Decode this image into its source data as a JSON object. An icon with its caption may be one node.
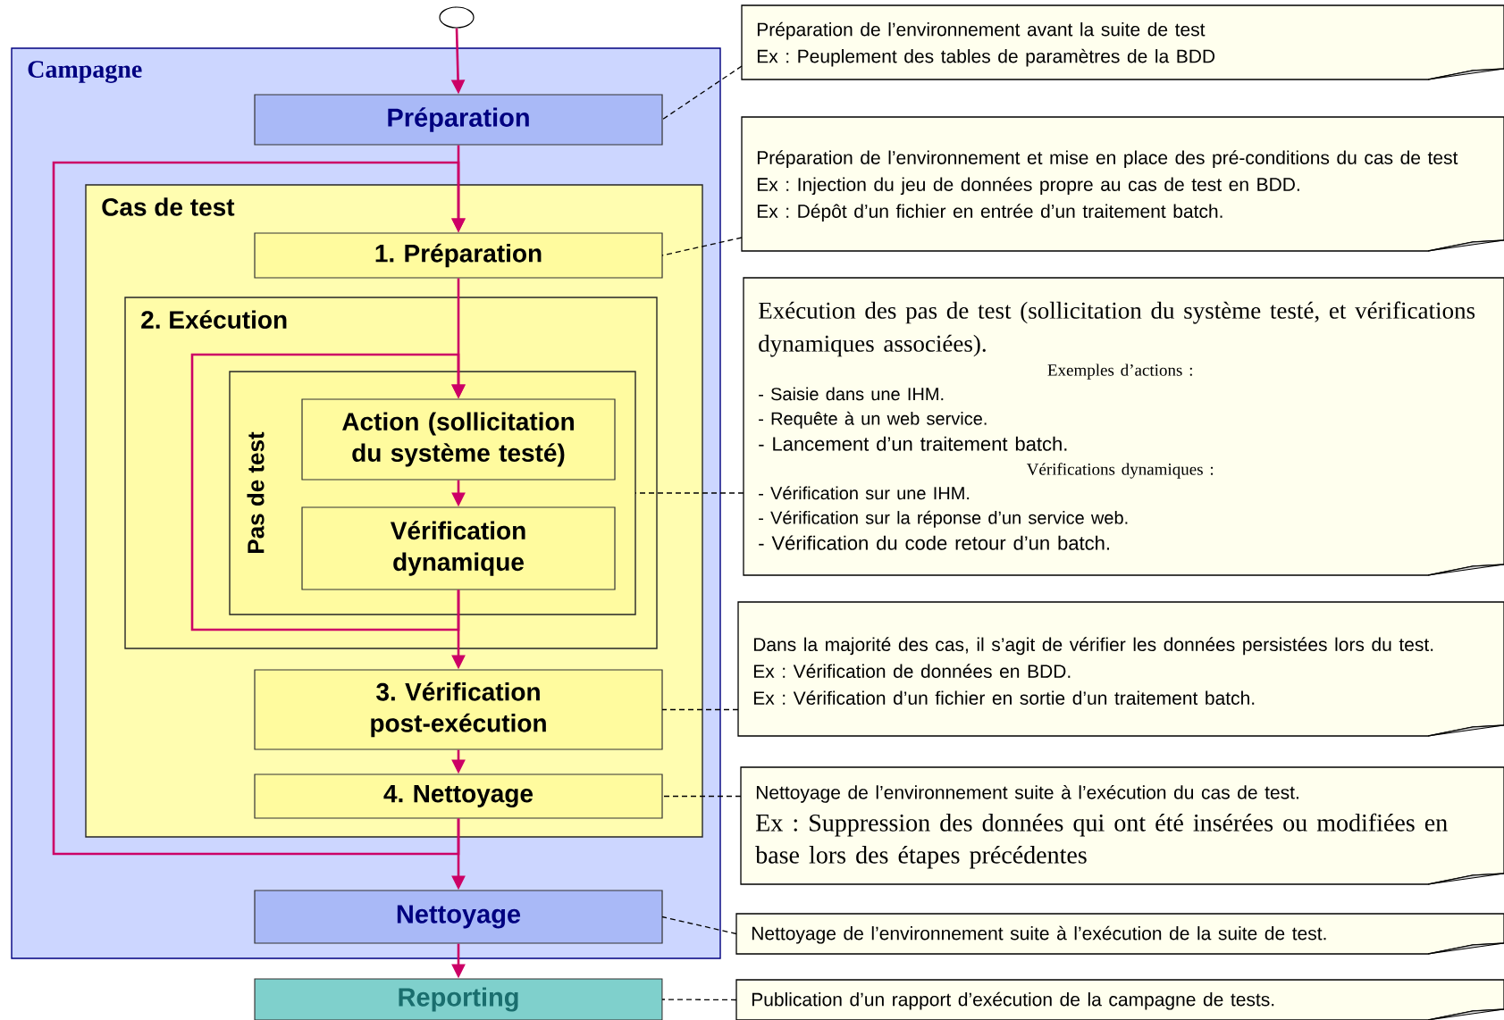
{
  "diagram": {
    "nodes": [
      {
        "text": [],
        "shape": "circle"
      },
      {
        "text": [
          "Campagne"
        ]
      },
      {
        "text": [
          "Préparation"
        ],
        "in": 1
      },
      {
        "text": [
          "Cas de test"
        ],
        "in": 1
      },
      {
        "text": [
          "1. Préparation"
        ],
        "in": 3
      },
      {
        "text": [
          "2. Exécution"
        ],
        "in": 3
      },
      {
        "text": [
          "Pas de test"
        ],
        "in": 5
      },
      {
        "text": [
          "Action (sollicitation du système testé)"
        ],
        "in": 6
      },
      {
        "text": [
          "Vérification dynamique"
        ],
        "in": 6
      },
      {
        "text": [
          "3. Vérification post-exécution"
        ],
        "in": 3
      },
      {
        "text": [
          "4. Nettoyage"
        ],
        "in": 3
      },
      {
        "text": [
          "Nettoyage"
        ],
        "in": 1
      },
      {
        "text": [
          "Reporting"
        ]
      },
      {
        "text": [
          "Préparation de l’environnement avant la suite de test",
          "Ex : Peuplement des tables de paramètres de la BDD"
        ]
      },
      {
        "text": [
          "Préparation de l’environnement et mise en place des pré-conditions du cas de test",
          "Ex : Injection du jeu de données propre au cas de test en BDD.",
          "Ex : Dépôt d’un fichier en entrée d’un traitement batch."
        ]
      },
      {
        "text": [
          "Exécution des pas de test (sollicitation du système testé, et vérifications dynamiques associées).",
          "Exemples d’actions :",
          "- Saisie dans une IHM.",
          "- Requête à un web service.",
          "- Lancement d’un traitement batch.",
          "Vérifications dynamiques :",
          "- Vérification sur une IHM.",
          "- Vérification sur la réponse d’un service web.",
          "- Vérification du code retour d’un batch."
        ]
      },
      {
        "text": [
          "Dans la majorité des cas, il s’agit de vérifier les données persistées lors du test.",
          "Ex : Vérification de données en BDD.",
          "Ex : Vérification d’un fichier en sortie d’un traitement batch."
        ]
      },
      {
        "text": [
          "Nettoyage de l’environnement suite à l’exécution du cas de test.",
          "Ex : Suppression des données qui ont été insérées ou modifiées en base lors des étapes précédentes"
        ]
      },
      {
        "text": [
          "Nettoyage de l’environnement suite à l’exécution de la suite de test."
        ]
      },
      {
        "text": [
          "Publication d’un rapport d’exécution de la campagne de tests."
        ]
      }
    ],
    "edges": [
      {
        "from": 0,
        "to": 2,
        "arrow": "to"
      },
      {
        "from": 2,
        "to": 4,
        "arrow": "to"
      },
      {
        "from": 10,
        "to": 4,
        "arrow": "to"
      },
      {
        "from": 4,
        "to": 7,
        "arrow": "to"
      },
      {
        "from": 7,
        "to": 8,
        "arrow": "to"
      },
      {
        "from": 8,
        "to": 7,
        "arrow": "to"
      },
      {
        "from": 8,
        "to": 9,
        "arrow": "to"
      },
      {
        "from": 9,
        "to": 10,
        "arrow": "to"
      },
      {
        "from": 10,
        "to": 11,
        "arrow": "to"
      },
      {
        "from": 11,
        "to": 12,
        "arrow": "to"
      },
      {
        "from": 13,
        "to": 2,
        "arrow": "none",
        "style": "dashed",
        "color": "#000000"
      },
      {
        "from": 14,
        "to": 4,
        "arrow": "none",
        "style": "dashed",
        "color": "#000000"
      },
      {
        "from": 15,
        "to": 6,
        "arrow": "none",
        "style": "dashed",
        "color": "#000000"
      },
      {
        "from": 16,
        "to": 9,
        "arrow": "none",
        "style": "dashed",
        "color": "#000000"
      },
      {
        "from": 17,
        "to": 10,
        "arrow": "none",
        "style": "dashed",
        "color": "#000000"
      },
      {
        "from": 18,
        "to": 11,
        "arrow": "none",
        "style": "dashed",
        "color": "#000000"
      },
      {
        "from": 19,
        "to": 12,
        "arrow": "none",
        "style": "dashed",
        "color": "#000000"
      }
    ]
  }
}
